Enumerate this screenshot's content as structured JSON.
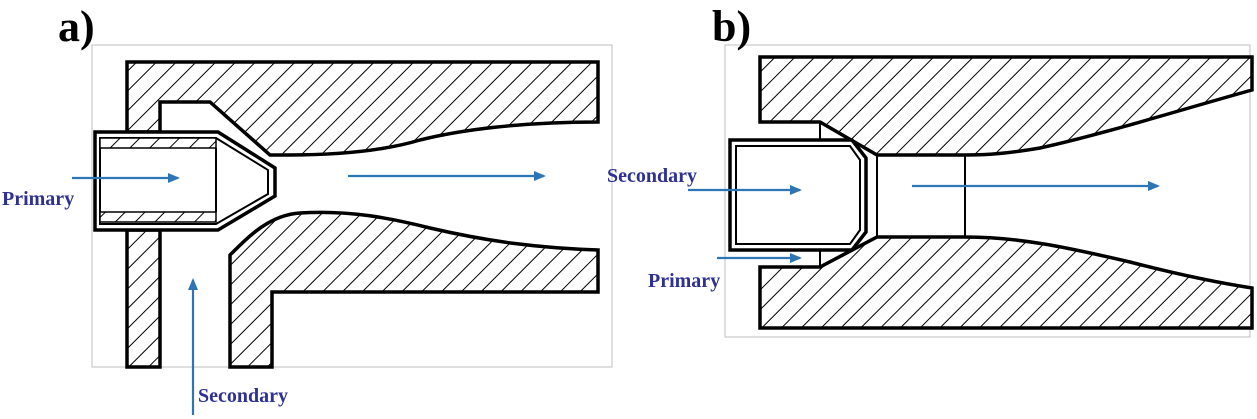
{
  "colors": {
    "label_text": "#2e3192",
    "arrow": "#2e75b6",
    "outline": "#000000",
    "hatch": "#000000"
  },
  "panel_a": {
    "letter": "a)",
    "primary_label": "Primary",
    "secondary_label": "Secondary"
  },
  "panel_b": {
    "letter": "b)",
    "secondary_label": "Secondary",
    "primary_label": "Primary"
  }
}
